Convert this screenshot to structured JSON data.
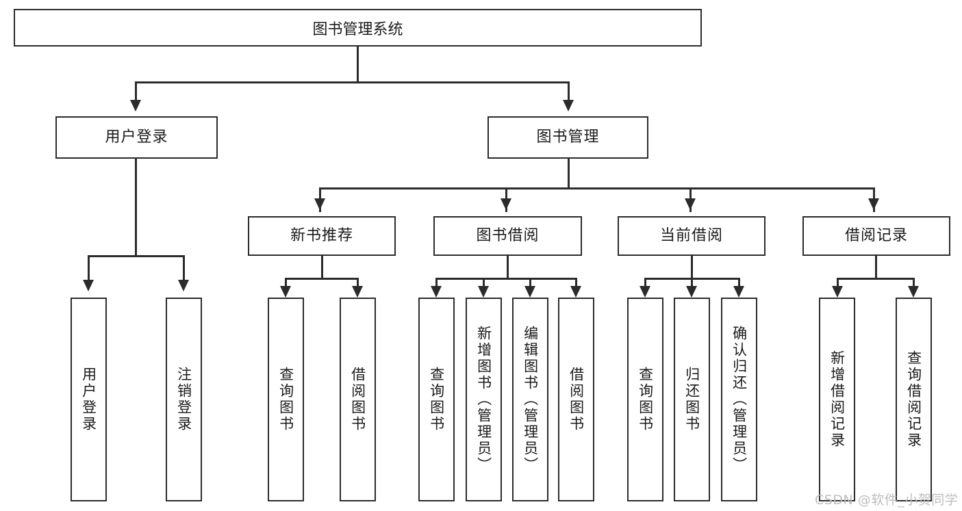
{
  "diagram": {
    "title": "图书管理系统",
    "type": "功能结构图",
    "root": {
      "label": "图书管理系统"
    },
    "level2": [
      {
        "label": "用户登录"
      },
      {
        "label": "图书管理"
      }
    ],
    "level3": [
      {
        "label": "新书推荐"
      },
      {
        "label": "图书借阅"
      },
      {
        "label": "当前借阅"
      },
      {
        "label": "借阅记录"
      }
    ],
    "leaves": {
      "user_login": [
        {
          "label": "用户登录"
        },
        {
          "label": "注销登录"
        }
      ],
      "new_book_recommend": [
        {
          "label": "查询图书"
        },
        {
          "label": "借阅图书"
        }
      ],
      "book_borrow": [
        {
          "label": "查询图书"
        },
        {
          "label": "新增图书（管理员）"
        },
        {
          "label": "编辑图书（管理员）"
        },
        {
          "label": "借阅图书"
        }
      ],
      "current_borrow": [
        {
          "label": "查询图书"
        },
        {
          "label": "归还图书"
        },
        {
          "label": "确认归还（管理员）"
        }
      ],
      "borrow_record": [
        {
          "label": "新增借阅记录"
        },
        {
          "label": "查询借阅记录"
        }
      ]
    }
  },
  "watermark": {
    "text": "CSDN @软件_小贺同学"
  },
  "colors": {
    "stroke": "#2b2b2b",
    "text": "#1a1a1a",
    "background": "#ffffff",
    "watermark": "#bdbdbd"
  }
}
